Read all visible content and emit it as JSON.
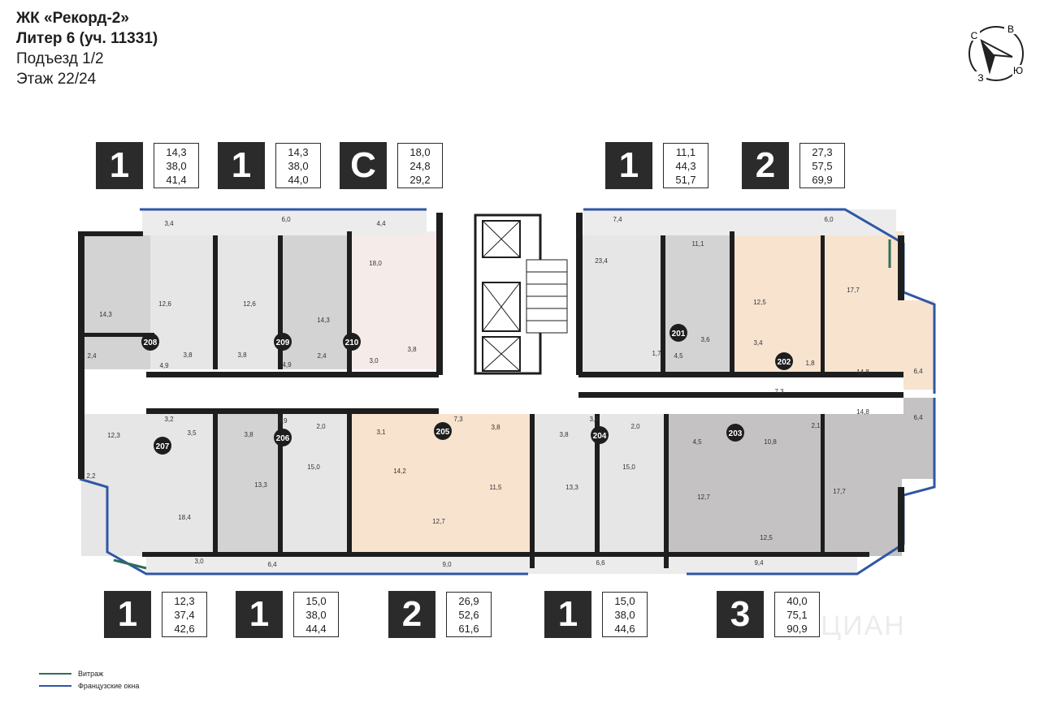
{
  "header": {
    "title": "ЖК «Рекорд-2»",
    "building": "Литер 6 (уч. 11331)",
    "entrance": "Подъезд 1/2",
    "floor": "Этаж 22/24"
  },
  "compass": {
    "n": "С",
    "e": "В",
    "s": "Ю",
    "w": "З"
  },
  "badges_top": [
    {
      "rooms": "1",
      "v1": "14,3",
      "v2": "38,0",
      "v3": "41,4"
    },
    {
      "rooms": "1",
      "v1": "14,3",
      "v2": "38,0",
      "v3": "44,0"
    },
    {
      "rooms": "С",
      "v1": "18,0",
      "v2": "24,8",
      "v3": "29,2"
    },
    {
      "rooms": "1",
      "v1": "11,1",
      "v2": "44,3",
      "v3": "51,7"
    },
    {
      "rooms": "2",
      "v1": "27,3",
      "v2": "57,5",
      "v3": "69,9"
    }
  ],
  "badges_bottom": [
    {
      "rooms": "1",
      "v1": "12,3",
      "v2": "37,4",
      "v3": "42,6"
    },
    {
      "rooms": "1",
      "v1": "15,0",
      "v2": "38,0",
      "v3": "44,4"
    },
    {
      "rooms": "2",
      "v1": "26,9",
      "v2": "52,6",
      "v3": "61,6"
    },
    {
      "rooms": "1",
      "v1": "15,0",
      "v2": "38,0",
      "v3": "44,6"
    },
    {
      "rooms": "3",
      "v1": "40,0",
      "v2": "75,1",
      "v3": "90,9"
    }
  ],
  "apartments": [
    "201",
    "202",
    "203",
    "204",
    "205",
    "206",
    "207",
    "208",
    "209",
    "210"
  ],
  "areas": [
    "3,4",
    "6,0",
    "4,4",
    "7,4",
    "6,0",
    "11,1",
    "14,3",
    "12,6",
    "12,6",
    "14,3",
    "18,0",
    "23,4",
    "17,7",
    "12,5",
    "2,4",
    "3,8",
    "3,8",
    "2,4",
    "4,9",
    "4,9",
    "3,0",
    "3,8",
    "1,7",
    "4,5",
    "3,6",
    "3,4",
    "1,8",
    "14,8",
    "6,4",
    "7,3",
    "3,2",
    "3,5",
    "3,9",
    "2,0",
    "3,8",
    "3,1",
    "7,3",
    "3,8",
    "3,9",
    "2,0",
    "3,8",
    "4,5",
    "10,8",
    "2,1",
    "14,8",
    "6,4",
    "12,3",
    "15,0",
    "13,3",
    "14,2",
    "11,5",
    "13,3",
    "15,0",
    "12,7",
    "12,5",
    "17,7",
    "2,2",
    "18,4",
    "12,7",
    "3,0",
    "6,4",
    "9,0",
    "6,6",
    "9,4"
  ],
  "legend": [
    {
      "label": "Витраж",
      "color": "#2f6e5a"
    },
    {
      "label": "Французские окна",
      "color": "#2f56a6"
    }
  ],
  "watermark": "ЦИАН",
  "colors": {
    "wall": "#1e1e1e",
    "gray": "#d3d3d3",
    "darkgray": "#c4c2c2",
    "peach": "#f8e3cf",
    "pink": "#f5ece9",
    "glazing": "#2f56a6"
  }
}
